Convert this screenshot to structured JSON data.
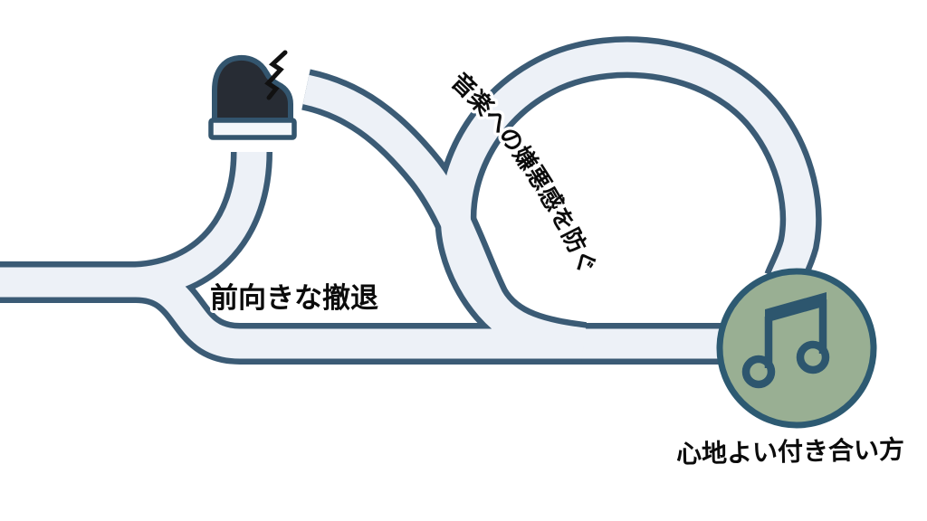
{
  "diagram": {
    "background_color": "#ffffff",
    "labels": {
      "retreat": "前向きな撤退",
      "loop": "音楽への嫌悪感を防ぐ",
      "goal": "心地よい付き合い方"
    },
    "icons": {
      "piano": "grand-piano-icon",
      "noise": "noise-squiggle-icon",
      "note": "beamed-music-notes-icon"
    },
    "colors": {
      "background": "#ffffff",
      "road_fill": "#edf1f7",
      "road_edge": "#3b5b75",
      "piano_body": "#272c34",
      "piano_outline": "#33556e",
      "keys_fill": "#f3f7fb",
      "circle_fill": "#99af93",
      "circle_edge": "#2d5a72",
      "note_stroke": "#2d566e",
      "squiggle": "#111111",
      "label_text": "#0b0b0b"
    }
  }
}
